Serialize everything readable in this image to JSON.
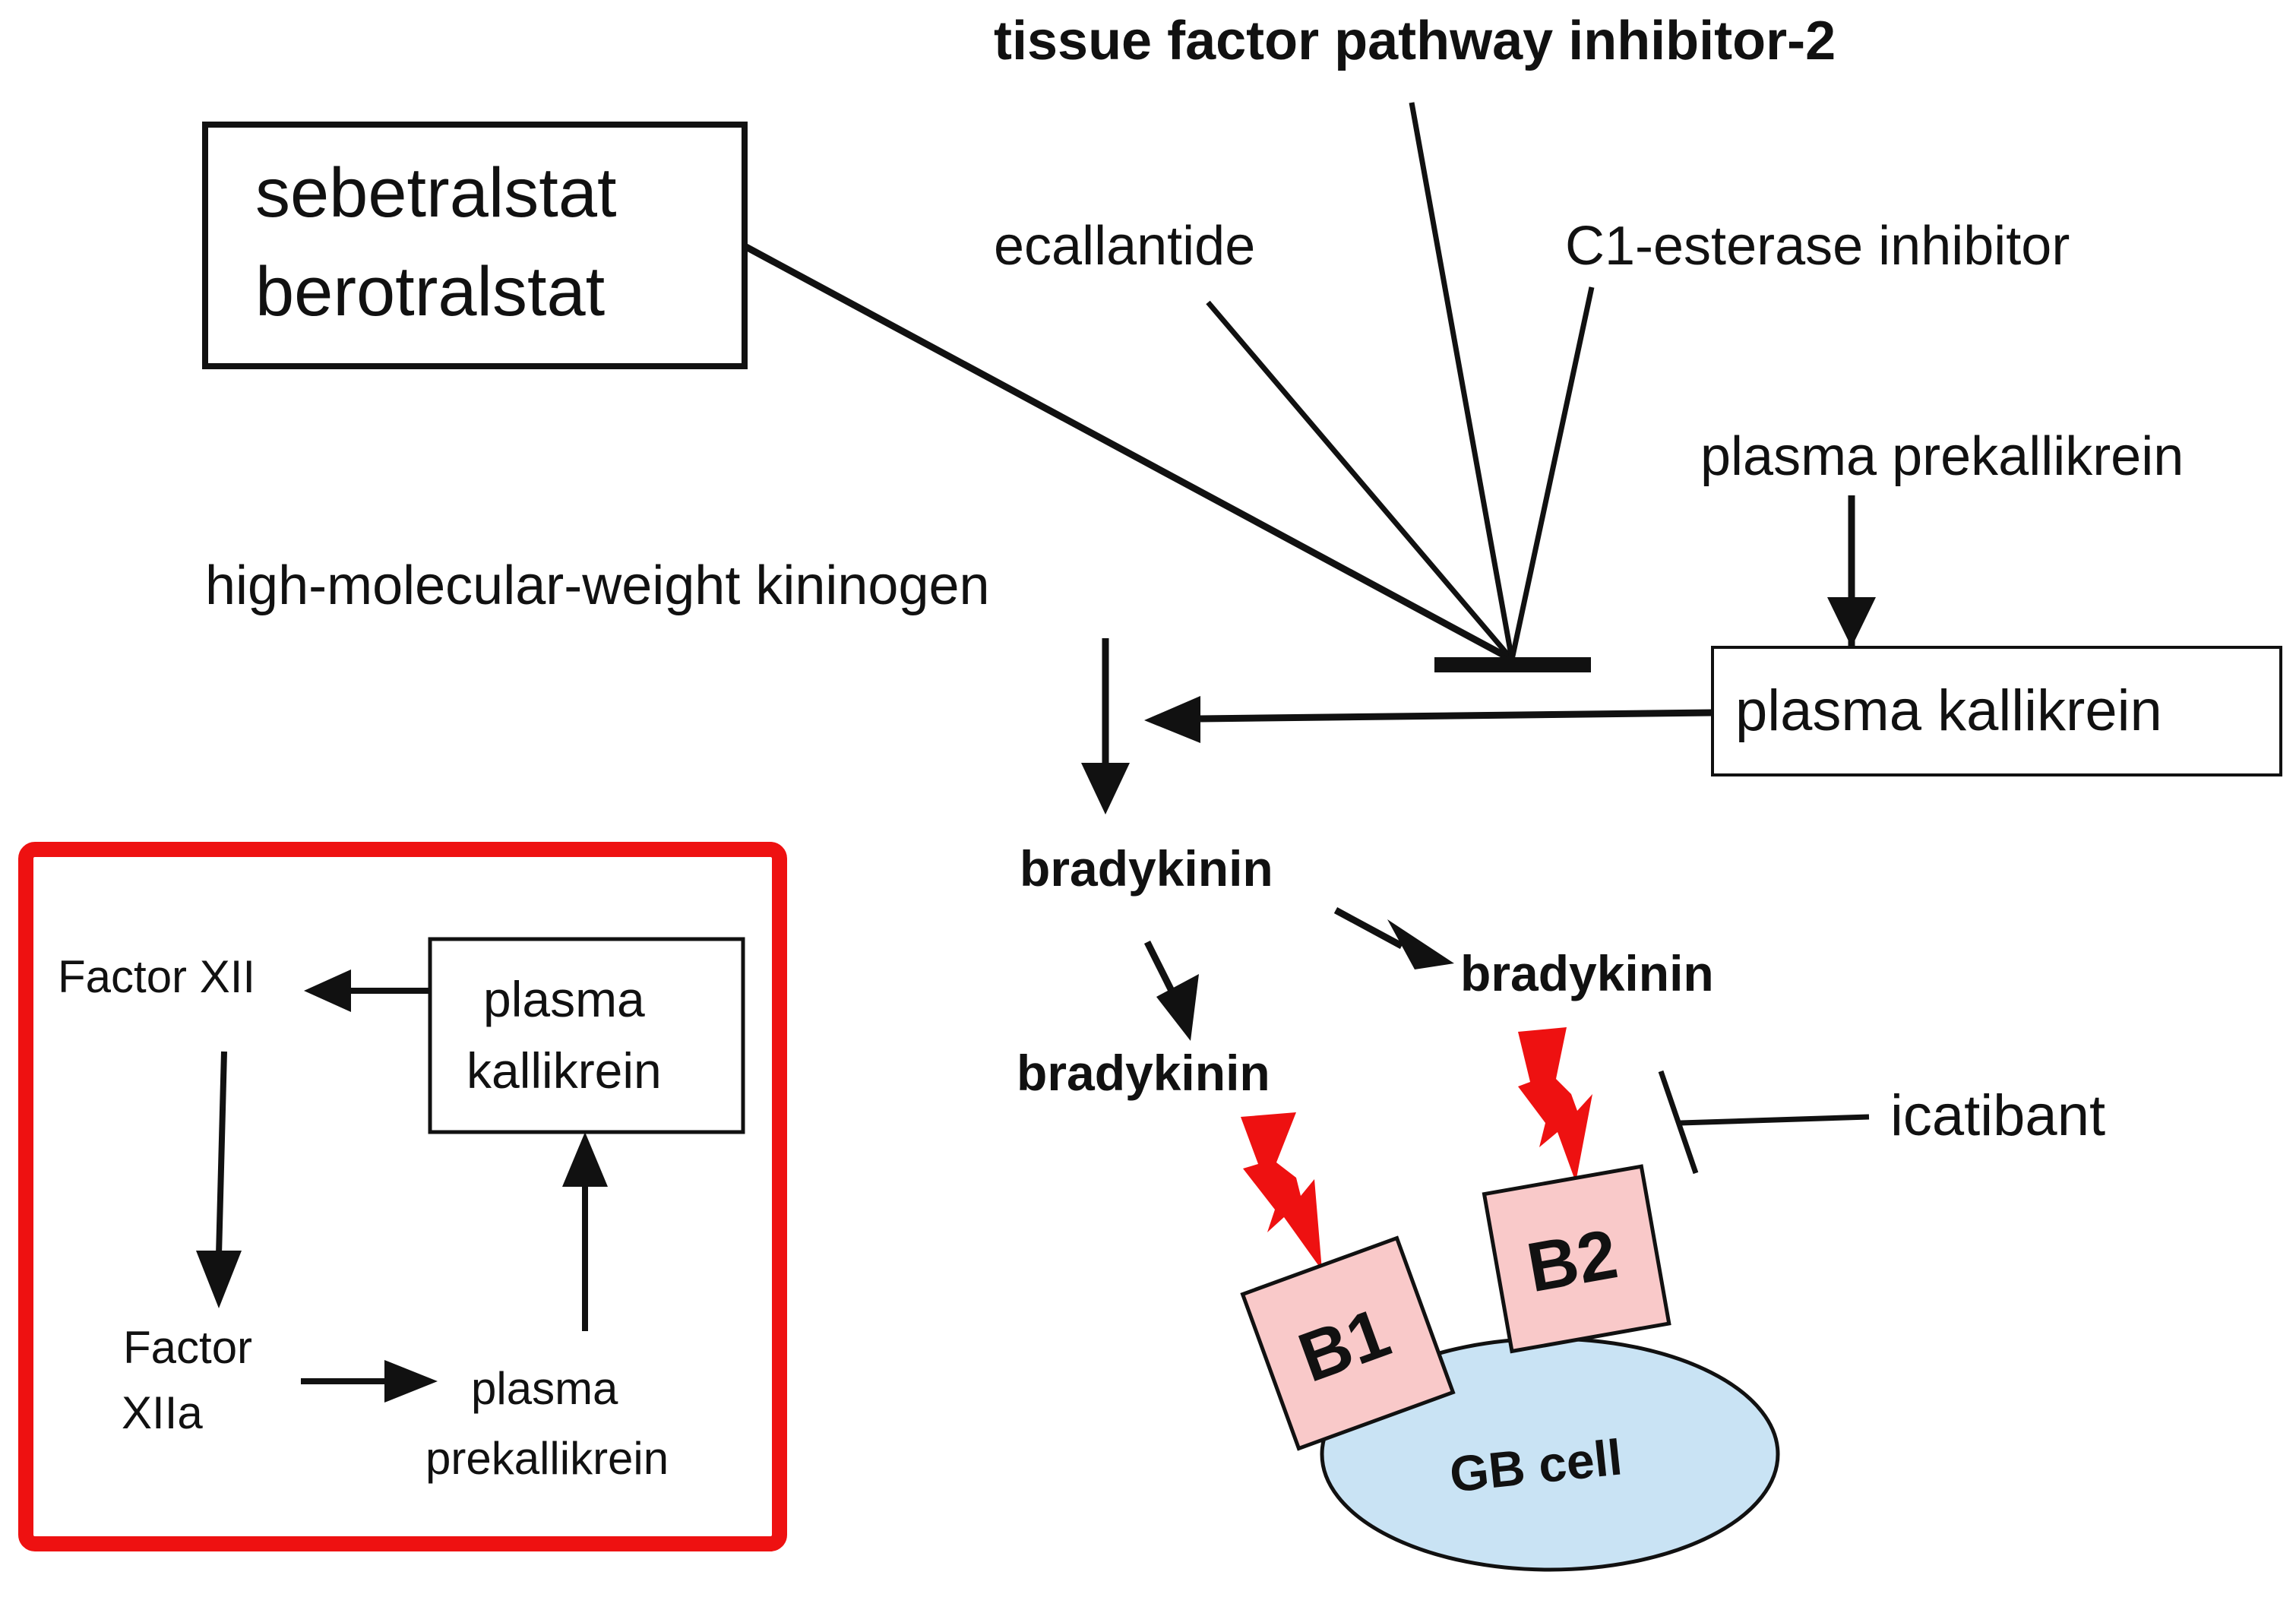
{
  "inhibitors": {
    "tfpi2": "tissue factor pathway inhibitor-2",
    "ecallantide": "ecallantide",
    "c1_esterase_inhibitor": "C1-esterase inhibitor",
    "box_drug_1": "sebetralstat",
    "box_drug_2": "berotralstat",
    "icatibant": "icatibant"
  },
  "pathway": {
    "plasma_prekallikrein": "plasma prekallikrein",
    "plasma_kallikrein": "plasma kallikrein",
    "hmw_kininogen": "high-molecular-weight kininogen",
    "bradykinin_main": "bradykinin",
    "bradykinin_left": "bradykinin",
    "bradykinin_right": "bradykinin"
  },
  "receptors": {
    "b1": "B1",
    "b2": "B2",
    "cell": "GB cell"
  },
  "inset": {
    "factor_xii": "Factor XII",
    "factor_xiia_line1": "Factor",
    "factor_xiia_line2": "XIIa",
    "kallikrein_line1": "plasma",
    "kallikrein_line2": "kallikrein",
    "prekallikrein_line1": "plasma",
    "prekallikrein_line2": "prekallikrein"
  },
  "colors": {
    "tfpi2_text": "#3aa53a",
    "inset_border": "#ee1111",
    "lightning": "#ee1111",
    "receptor_fill": "#f9c9c9",
    "cell_fill": "#c9e3f4",
    "line": "#111111"
  }
}
